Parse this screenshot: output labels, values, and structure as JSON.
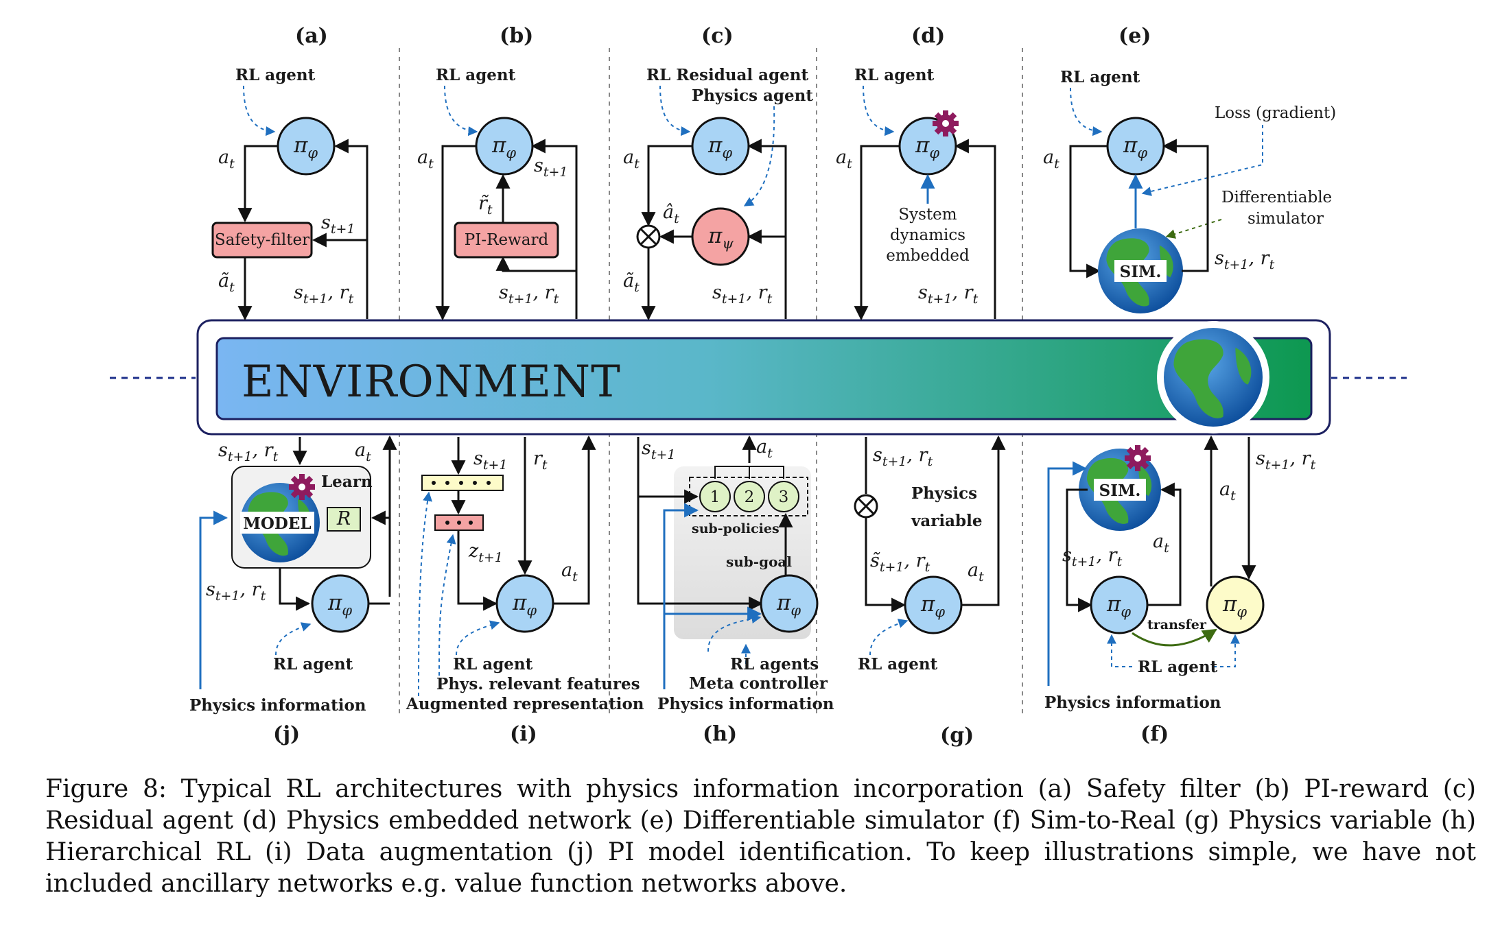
{
  "panels": {
    "a": {
      "label": "(a)",
      "agent": "RL agent",
      "pi": "π",
      "pi_sub": "φ",
      "action": "a",
      "action_sub": "t",
      "box": "Safety-filter",
      "state_next": "s",
      "state_next_sub": "t+1",
      "filtered_action": "ã",
      "filtered_action_sub": "t",
      "obs": "s",
      "obs_sub": "t+1",
      "obs_r": ", r",
      "obs_r_sub": "t"
    },
    "b": {
      "label": "(b)",
      "agent": "RL agent",
      "pi": "π",
      "pi_sub": "φ",
      "action": "a",
      "action_sub": "t",
      "state_next": "s",
      "state_next_sub": "t+1",
      "reward": "r̃",
      "reward_sub": "t",
      "box": "PI-Reward",
      "obs": "s",
      "obs_sub": "t+1",
      "obs_r": ", r",
      "obs_r_sub": "t"
    },
    "c": {
      "label": "(c)",
      "agent1": "RL Residual agent",
      "agent2": "Physics agent",
      "pi": "π",
      "pi_sub": "φ",
      "pi2": "π",
      "pi2_sub": "ψ",
      "action": "a",
      "action_sub": "t",
      "hat_action": "â",
      "hat_action_sub": "t",
      "tilde_action": "ã",
      "tilde_action_sub": "t",
      "obs": "s",
      "obs_sub": "t+1",
      "obs_r": ", r",
      "obs_r_sub": "t"
    },
    "d": {
      "label": "(d)",
      "agent": "RL agent",
      "pi": "π",
      "pi_sub": "φ",
      "action": "a",
      "action_sub": "t",
      "note1": "System",
      "note2": "dynamics",
      "note3": "embedded",
      "obs": "s",
      "obs_sub": "t+1",
      "obs_r": ", r",
      "obs_r_sub": "t"
    },
    "e": {
      "label": "(e)",
      "agent": "RL agent",
      "loss": "Loss (gradient)",
      "sim_label1": "Differentiable",
      "sim_label2": "simulator",
      "pi": "π",
      "pi_sub": "φ",
      "action": "a",
      "action_sub": "t",
      "sim": "SIM.",
      "obs": "s",
      "obs_sub": "t+1",
      "obs_r": ", r",
      "obs_r_sub": "t"
    },
    "f": {
      "label": "(f)",
      "sim": "SIM.",
      "obs_top": "s",
      "obs_top_sub": "t+1",
      "obs_top_r": ", r",
      "obs_top_r_sub": "t",
      "action_top": "a",
      "action_top_sub": "t",
      "action": "a",
      "action_sub": "t",
      "obs": "s",
      "obs_sub": "t+1",
      "obs_r": ", r",
      "obs_r_sub": "t",
      "pi": "π",
      "pi_sub": "φ",
      "pi2": "π",
      "pi2_sub": "φ",
      "transfer": "transfer",
      "agent": "RL agent",
      "physics": "Physics information"
    },
    "g": {
      "label": "(g)",
      "obs": "s",
      "obs_sub": "t+1",
      "obs_r": ", r",
      "obs_r_sub": "t",
      "var1": "Physics",
      "var2": "variable",
      "tilde_obs": "s̃",
      "tilde_obs_sub": "t+1",
      "tilde_obs_r": ", r",
      "tilde_obs_r_sub": "t",
      "action": "a",
      "action_sub": "t",
      "pi": "π",
      "pi_sub": "φ",
      "agent": "RL agent"
    },
    "h": {
      "label": "(h)",
      "obs": "s",
      "obs_sub": "t+1",
      "action": "a",
      "action_sub": "t",
      "subs": [
        "1",
        "2",
        "3"
      ],
      "subpolicies": "sub-policies",
      "subgoal": "sub-goal",
      "pi": "π",
      "pi_sub": "φ",
      "agents": "RL agents",
      "meta": "Meta controller",
      "physics": "Physics information"
    },
    "i": {
      "label": "(i)",
      "obs": "s",
      "obs_sub": "t+1",
      "reward": "r",
      "reward_sub": "t",
      "z": "z",
      "z_sub": "t+1",
      "action": "a",
      "action_sub": "t",
      "pi": "π",
      "pi_sub": "φ",
      "agent": "RL agent",
      "feat": "Phys. relevant features",
      "aug": "Augmented representation"
    },
    "j": {
      "label": "(j)",
      "obs": "s",
      "obs_sub": "t+1",
      "obs_r": ", r",
      "obs_r_sub": "t",
      "action": "a",
      "action_sub": "t",
      "learn": "Learn",
      "model": "MODEL",
      "r_box": "R",
      "obs2": "s",
      "obs2_sub": "t+1",
      "obs2_r": ", r",
      "obs2_r_sub": "t",
      "pi": "π",
      "pi_sub": "φ",
      "agent": "RL agent",
      "physics": "Physics information"
    }
  },
  "environment": "ENVIRONMENT",
  "colors": {
    "blue_node": "#a9d4f5",
    "red_box": "#f4a3a3",
    "yellow_node": "#fdfbc9",
    "green_sub": "#dff2c6",
    "flow_blue": "#1f6fbf",
    "env_left": "#7ab6f2",
    "env_right": "#0d9850",
    "gear": "#8e1b5e"
  },
  "caption": "Figure 8: Typical RL architectures with physics information incorporation (a) Safety filter (b) PI-reward (c) Residual agent (d) Physics embedded network (e) Differentiable simulator (f) Sim-to-Real (g) Physics variable (h) Hierarchical RL (i) Data augmentation (j) PI model identification. To keep illustrations simple, we have not included ancillary networks e.g. value function networks above."
}
